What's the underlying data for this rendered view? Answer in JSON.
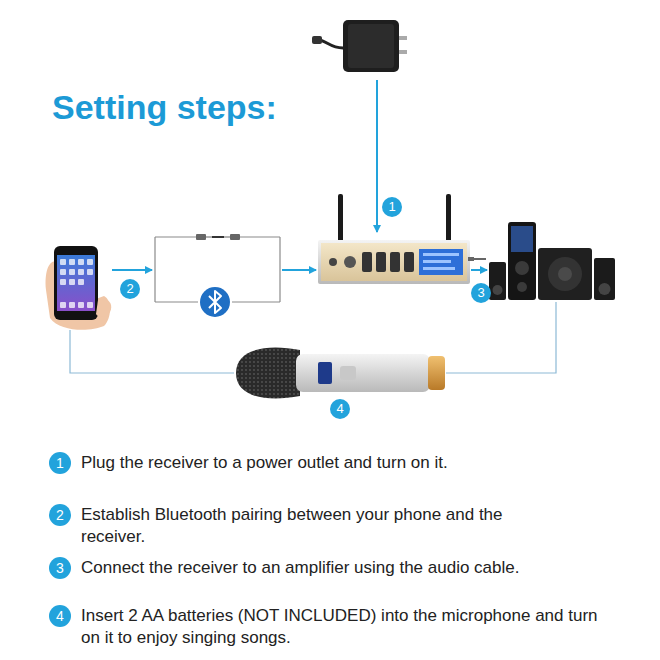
{
  "diagram": {
    "title": "Setting steps:",
    "nodes": [
      {
        "text": [
          "1"
        ]
      },
      {
        "text": [
          "2"
        ]
      },
      {
        "text": [
          "3"
        ]
      },
      {
        "text": [
          "4"
        ]
      },
      {
        "text": [
          "1",
          "Plug the receiver to a power outlet and turn on it."
        ]
      },
      {
        "text": [
          "2",
          "Establish Bluetooth pairing between your phone and the receiver."
        ]
      },
      {
        "text": [
          "3",
          "Connect the receiver to an amplifier using the audio cable."
        ]
      },
      {
        "text": [
          "4",
          "Insert 2 AA batteries (NOT INCLUDED) into the microphone and turn on it to enjoy singing songs."
        ]
      }
    ]
  }
}
